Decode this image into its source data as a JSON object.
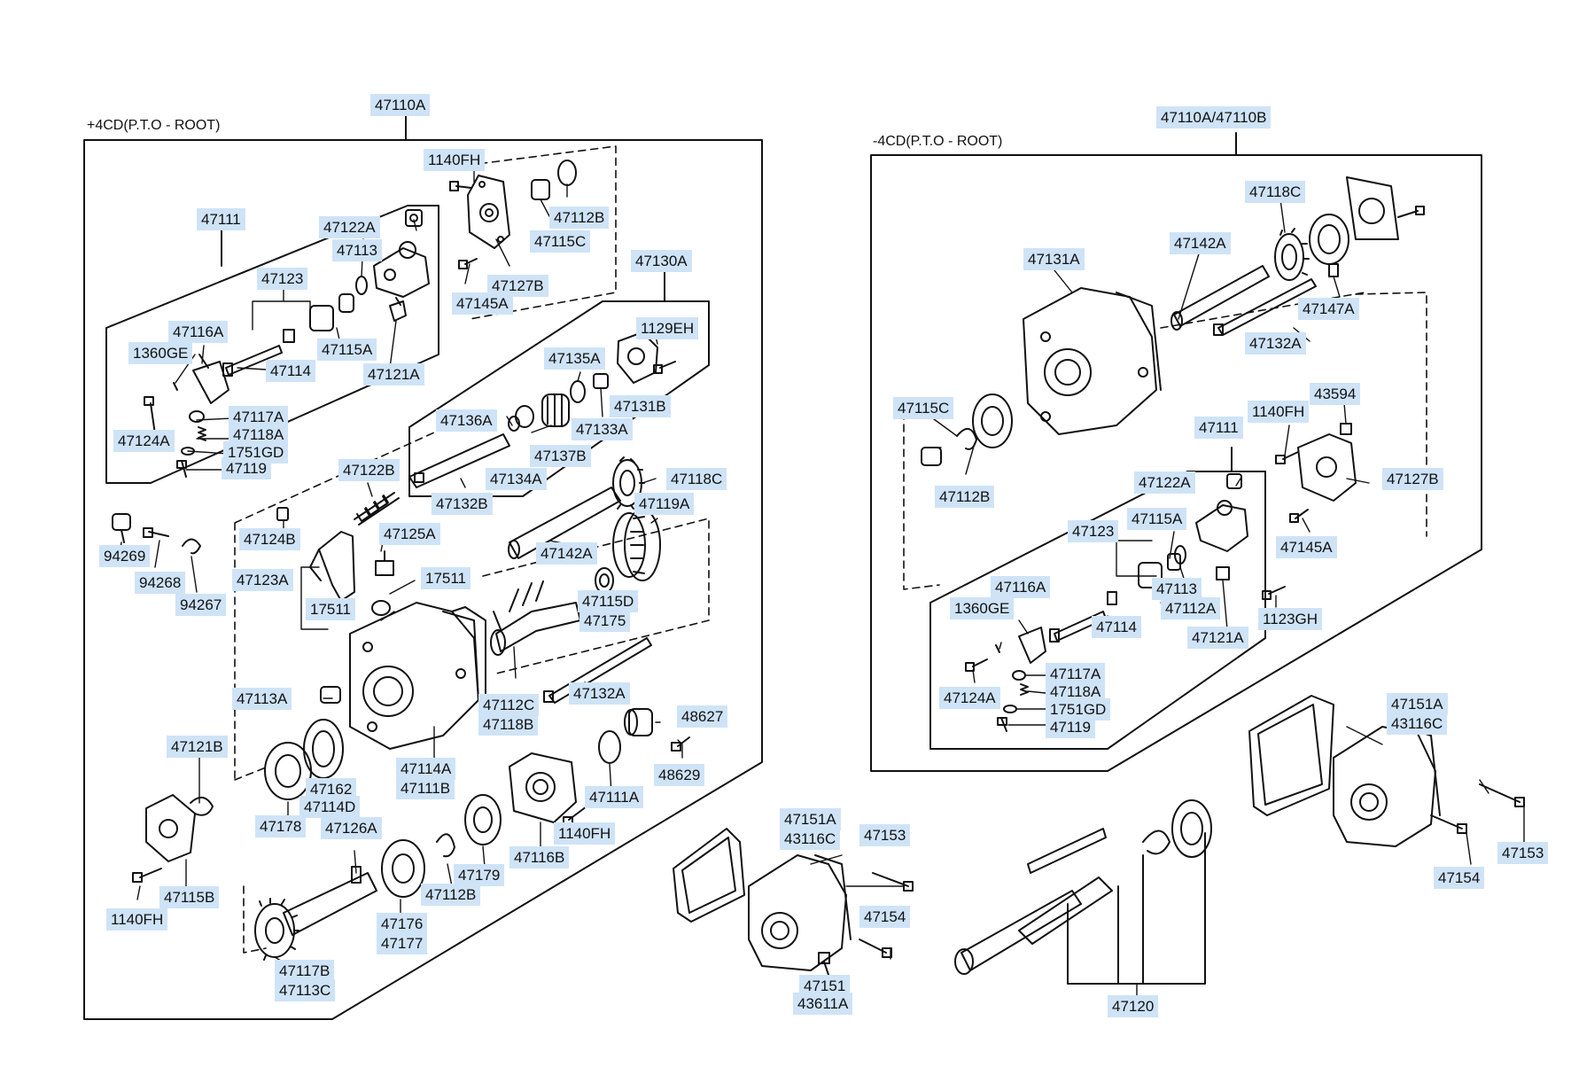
{
  "sections": {
    "left_title": "+4CD(P.T.O - ROOT)",
    "right_title": "-4CD(P.T.O - ROOT)"
  },
  "colors": {
    "label_bg": "#cfe3f7",
    "line": "#111111"
  },
  "labels": {
    "l_47110A": "47110A",
    "l_47111": "47111",
    "l_1140FH_top": "1140FH",
    "l_47122A_l": "47122A",
    "l_47112B_top": "47112B",
    "l_47113_l": "47113",
    "l_47115C_l": "47115C",
    "l_47127B_l": "47127B",
    "l_47145A_l": "47145A",
    "l_47123_l": "47123",
    "l_47130A": "47130A",
    "l_47116A_l": "47116A",
    "l_1360GE_l": "1360GE",
    "l_47115A_l": "47115A",
    "l_47114_l": "47114",
    "l_47121A_l": "47121A",
    "l_1129EH": "1129EH",
    "l_47135A": "47135A",
    "l_47131B": "47131B",
    "l_47117A_l": "47117A",
    "l_47124A_l": "47124A",
    "l_47118A_l": "47118A",
    "l_1751GD_l": "1751GD",
    "l_47119_l": "47119",
    "l_47136A": "47136A",
    "l_47133A": "47133A",
    "l_47137B": "47137B",
    "l_47134A": "47134A",
    "l_47122B": "47122B",
    "l_47132B": "47132B",
    "l_47118C_l": "47118C",
    "l_47119A": "47119A",
    "l_47124B": "47124B",
    "l_47125A": "47125A",
    "l_94269": "94269",
    "l_94268": "94268",
    "l_94267": "94267",
    "l_47142A_l": "47142A",
    "l_47123A": "47123A",
    "l_17511_a": "17511",
    "l_17511_b": "17511",
    "l_47115D": "47115D",
    "l_47175": "47175",
    "l_47113A": "47113A",
    "l_47112C": "47112C",
    "l_47118B": "47118B",
    "l_47132A_l": "47132A",
    "l_48627": "48627",
    "l_47121B": "47121B",
    "l_47162": "47162",
    "l_47114D": "47114D",
    "l_47114A": "47114A",
    "l_47111B": "47111B",
    "l_48629": "48629",
    "l_47178": "47178",
    "l_47126A": "47126A",
    "l_47111A_l": "47111A",
    "l_1140FH_mid": "1140FH",
    "l_47179": "47179",
    "l_47116B": "47116B",
    "l_47115B": "47115B",
    "l_47112B_low": "47112B",
    "l_1140FH_low": "1140FH",
    "l_47176": "47176",
    "l_47177": "47177",
    "l_47117B": "47117B",
    "l_47113C": "47113C",
    "l_47110A47110B": "47110A/47110B",
    "l_47118C_r": "47118C",
    "l_47142A_r": "47142A",
    "l_47131A": "47131A",
    "l_47147A": "47147A",
    "l_47132A_r": "47132A",
    "l_43594": "43594",
    "l_47115C_r": "47115C",
    "l_1140FH_r": "1140FH",
    "l_47111_r": "47111",
    "l_47127B_r": "47127B",
    "l_47112B_r": "47112B",
    "l_47122A_r": "47122A",
    "l_47145A_r": "47145A",
    "l_47123_r": "47123",
    "l_47115A_r": "47115A",
    "l_47116A_r": "47116A",
    "l_47113_r": "47113",
    "l_1360GE_r": "1360GE",
    "l_47112A": "47112A",
    "l_1123GH": "1123GH",
    "l_47114_r": "47114",
    "l_47121A_r": "47121A",
    "l_47117A_r": "47117A",
    "l_47118A_r": "47118A",
    "l_47124A_r": "47124A",
    "l_1751GD_r": "1751GD",
    "l_47119_r": "47119",
    "l_47151A_r": "47151A",
    "l_43116C_r": "43116C",
    "l_47151A_c": "47151A",
    "l_43116C_c": "43116C",
    "l_47153_c": "47153",
    "l_47153_r": "47153",
    "l_47154_c": "47154",
    "l_47154_r": "47154",
    "l_47151": "47151",
    "l_43611A": "43611A",
    "l_47120": "47120"
  }
}
